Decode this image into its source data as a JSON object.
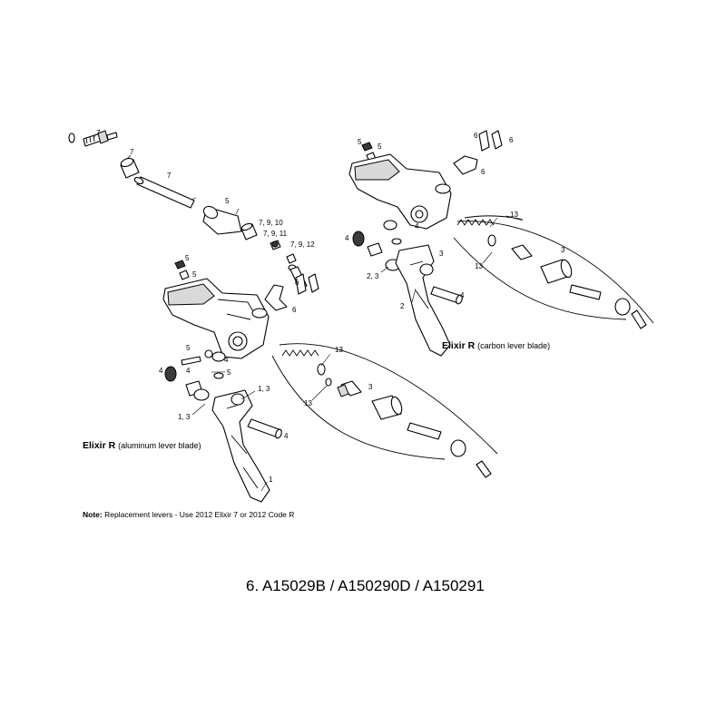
{
  "diagram": {
    "labels": {
      "aluminum_title": "Elixir R",
      "aluminum_sub": "(aluminum lever blade)",
      "carbon_title": "Elixir R",
      "carbon_sub": "(carbon lever blade)"
    },
    "note_label": "Note:",
    "note_text": "Replacement levers - Use 2012 Elixir 7 or 2012 Code R",
    "part_numbers": "6. A15029B / A150290D / A150291",
    "callouts": [
      "7",
      "7",
      "7",
      "5",
      "7, 9, 10",
      "7, 9, 11",
      "7, 9, 12",
      "5",
      "5",
      "6",
      "6",
      "5",
      "4",
      "4",
      "5",
      "4",
      "1, 3",
      "1, 3",
      "4",
      "1",
      "13",
      "13",
      "3",
      "5",
      "5",
      "6",
      "6",
      "6",
      "4",
      "13",
      "4",
      "3",
      "13",
      "2, 3",
      "4",
      "2",
      "3"
    ]
  }
}
